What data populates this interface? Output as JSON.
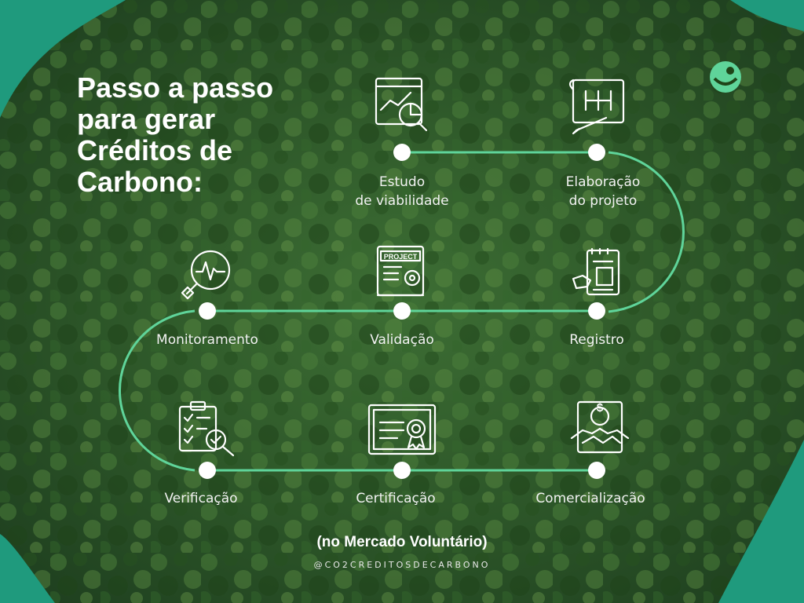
{
  "title": {
    "line1": "Passo a passo",
    "line2": "para gerar",
    "line3": "Créditos de",
    "line4": "Carbono:"
  },
  "steps": [
    {
      "icon": "analytics-chart-icon",
      "line1": "Estudo",
      "line2": "de viabilidade"
    },
    {
      "icon": "blueprint-icon",
      "line1": "Elaboração",
      "line2": "do projeto"
    },
    {
      "icon": "document-registry-icon",
      "line1": "Registro"
    },
    {
      "icon": "project-document-icon",
      "line1": "Validação",
      "badge": "PROJECT"
    },
    {
      "icon": "magnifier-pulse-icon",
      "line1": "Monitoramento"
    },
    {
      "icon": "checklist-search-icon",
      "line1": "Verificação"
    },
    {
      "icon": "certificate-icon",
      "line1": "Certificação"
    },
    {
      "icon": "handshake-dollar-icon",
      "line1": "Comercialização",
      "currency": "$"
    }
  ],
  "subtitle": "(no Mercado Voluntário)",
  "handle": "@CO2CREDITOSDECARBONO",
  "colors": {
    "accent_line": "#5fd49a",
    "teal": "#1f9a7d",
    "forest": "#2e5a2c"
  }
}
